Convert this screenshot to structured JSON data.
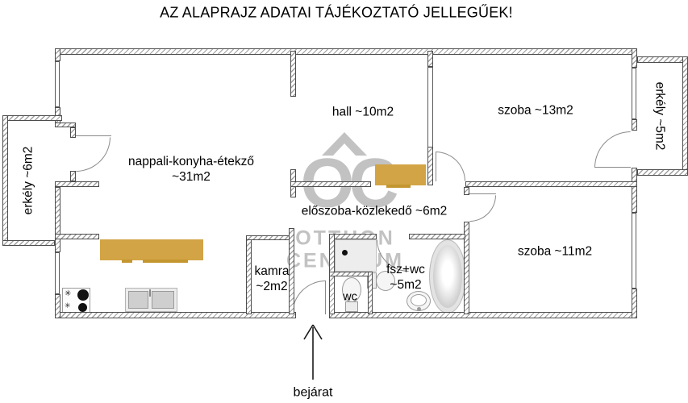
{
  "title": "AZ ALAPRAJZ ADATAI TÁJÉKOZTATÓ JELLEGŰEK!",
  "rooms": {
    "nappali": {
      "name": "nappali-konyha-étekző",
      "area": "~31m2"
    },
    "hall": {
      "label": "hall ~10m2"
    },
    "szoba13": {
      "label": "szoba ~13m2"
    },
    "szoba11": {
      "label": "szoba ~11m2"
    },
    "erkely_left": {
      "label": "erkély ~6m2"
    },
    "erkely_right": {
      "label": "erkély ~5m2"
    },
    "eloszoba": {
      "label": "előszoba-közlekedő ~6m2"
    },
    "kamra": {
      "name": "kamra",
      "area": "~2m2"
    },
    "wc": {
      "label": "wc"
    },
    "furdo": {
      "name": "fsz+wc",
      "area": "~5m2"
    }
  },
  "entrance": {
    "label": "bejárat"
  },
  "watermark": {
    "logo": "OC",
    "line1": "OTTHON",
    "line2": "CENTRUM"
  },
  "colors": {
    "accent_gold": "#d2a445",
    "watermark_gray": "#c2c2c2",
    "wall_line": "#4d4d4d"
  }
}
